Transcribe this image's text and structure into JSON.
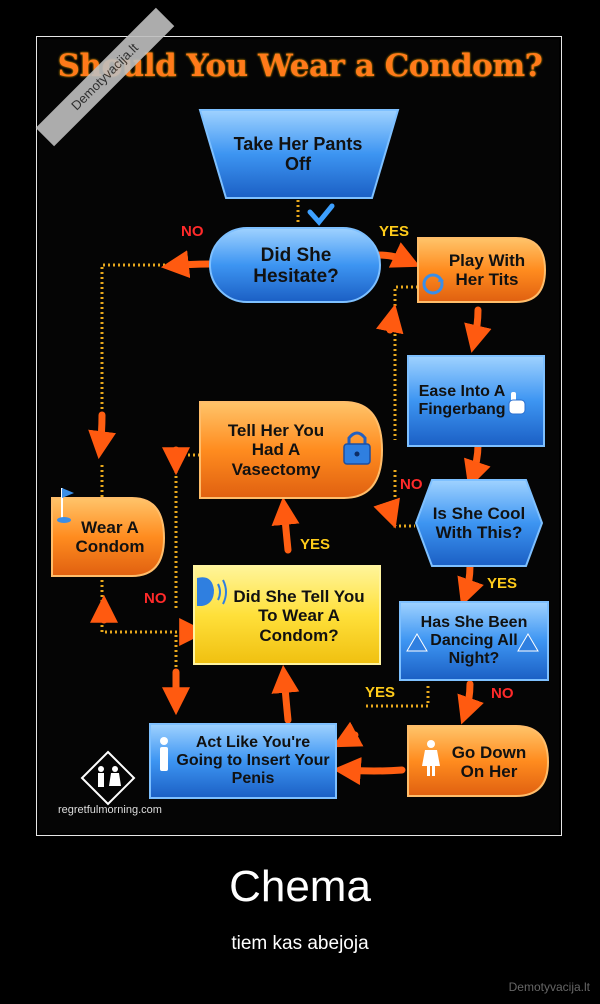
{
  "poster": {
    "title": "Should You Wear a Condom?",
    "corner_watermark": "Demotyvacija.lt",
    "credit": "regretfulmorning.com"
  },
  "nodes": {
    "take_pants": "Take Her Pants Off",
    "hesitate": "Did She Hesitate?",
    "play_tits": "Play With Her Tits",
    "ease_into": "Ease Into A Fingerbang",
    "cool_with": "Is She Cool With This?",
    "dancing": "Has She Been Dancing All Night?",
    "go_down": "Go Down On Her",
    "act_like": "Act Like You're Going to Insert Your Penis",
    "did_she_tell": "Did She Tell You To Wear A Condom?",
    "vasectomy": "Tell Her You Had A Vasectomy",
    "wear_condom": "Wear A Condom"
  },
  "labels": {
    "no_hesitate": "NO",
    "yes_hesitate": "YES",
    "no_cool": "NO",
    "yes_cool": "YES",
    "yes_vasectomy": "YES",
    "no_tell": "NO",
    "no_dancing": "NO",
    "yes_dancing": "YES"
  },
  "colors": {
    "blue_node": "#2f8ef0",
    "orange_node": "#ff8a1e",
    "yellow_node": "#ffe13a",
    "arrow_orange": "#ff6a14",
    "dotted_line": "#f0b020"
  },
  "caption": {
    "title": "Chema",
    "subtitle": "tiem kas abejoja",
    "watermark": "Demotyvacija.lt"
  }
}
